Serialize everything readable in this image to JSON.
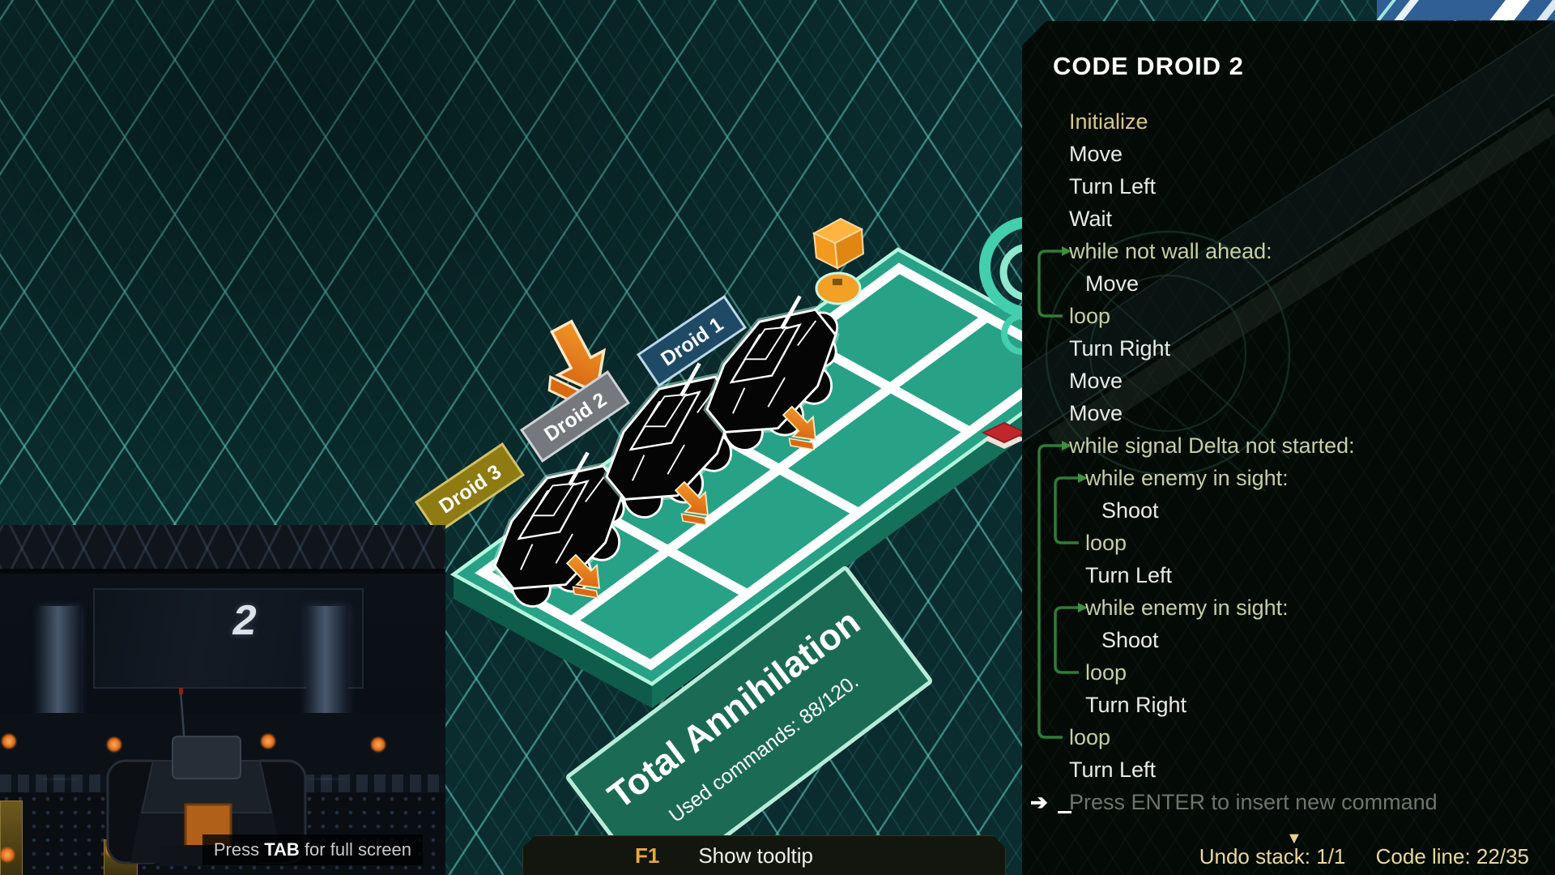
{
  "panel": {
    "title": "CODE DROID 2",
    "code_lines": [
      {
        "text": "Initialize",
        "type": "init",
        "indent": 0
      },
      {
        "text": "Move",
        "type": "action",
        "indent": 0
      },
      {
        "text": "Turn Left",
        "type": "action",
        "indent": 0
      },
      {
        "text": "Wait",
        "type": "action",
        "indent": 0
      },
      {
        "text": "while not wall ahead:",
        "type": "flow",
        "indent": 0
      },
      {
        "text": "Move",
        "type": "action",
        "indent": 1
      },
      {
        "text": "loop",
        "type": "flow",
        "indent": 0
      },
      {
        "text": "Turn Right",
        "type": "action",
        "indent": 0
      },
      {
        "text": "Move",
        "type": "action",
        "indent": 0
      },
      {
        "text": "Move",
        "type": "action",
        "indent": 0
      },
      {
        "text": "while signal Delta not started:",
        "type": "flow",
        "indent": 0
      },
      {
        "text": "while enemy in sight:",
        "type": "flow",
        "indent": 1
      },
      {
        "text": "Shoot",
        "type": "action",
        "indent": 2
      },
      {
        "text": "loop",
        "type": "flow",
        "indent": 1
      },
      {
        "text": "Turn Left",
        "type": "action",
        "indent": 1
      },
      {
        "text": "while enemy in sight:",
        "type": "flow",
        "indent": 1
      },
      {
        "text": "Shoot",
        "type": "action",
        "indent": 2
      },
      {
        "text": "loop",
        "type": "flow",
        "indent": 1
      },
      {
        "text": "Turn Right",
        "type": "action",
        "indent": 1
      },
      {
        "text": "loop",
        "type": "flow",
        "indent": 0
      },
      {
        "text": "Turn Left",
        "type": "action",
        "indent": 0
      },
      {
        "text": "Press ENTER to insert new command",
        "type": "ghost",
        "indent": 0
      }
    ],
    "insert_arrow": "➔",
    "brackets": [
      {
        "from": 5,
        "to": 7,
        "level": 0
      },
      {
        "from": 11,
        "to": 20,
        "level": 0
      },
      {
        "from": 12,
        "to": 14,
        "level": 1
      },
      {
        "from": 16,
        "to": 18,
        "level": 1
      }
    ],
    "scroll_indicator": "▼",
    "status": {
      "undo": "Undo stack: 1/1",
      "code_line": "Code line: 22/35"
    }
  },
  "scene": {
    "level_sign": {
      "title": "Total Annihilation",
      "subtitle": "Used commands: 88/120."
    },
    "droid_labels": [
      {
        "label": "Droid 1",
        "fill": "#1e4a66",
        "border": "#b9d8e8"
      },
      {
        "label": "Droid 2",
        "fill": "#75787c",
        "border": "#cfd2d6"
      },
      {
        "label": "Droid 3",
        "fill": "#8e7b12",
        "border": "#cfc06a"
      }
    ]
  },
  "viewport": {
    "droid_number": "2",
    "tab_hint_prefix": "Press ",
    "tab_key": "TAB",
    "tab_hint_suffix": " for full screen"
  },
  "toolbar": {
    "f1_key": "F1",
    "f1_label": "Show tooltip"
  },
  "colors": {
    "accent_orange": "#e07820",
    "platform_green": "#28a287",
    "sign_green": "#1b6b54",
    "code_flow": "#c6cfa4",
    "code_init": "#d9c586",
    "status_gold": "#ead79c",
    "bracket_green": "#2e7d36"
  }
}
